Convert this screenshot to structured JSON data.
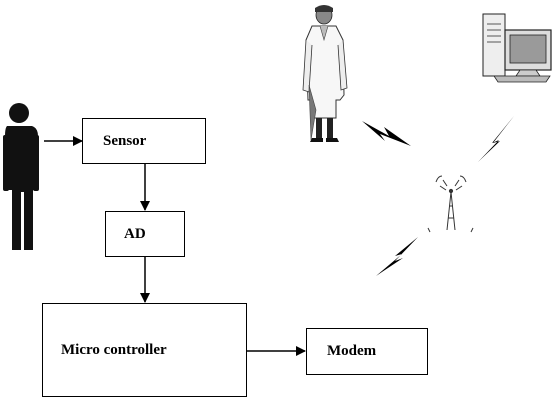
{
  "diagram": {
    "blocks": {
      "sensor": "Sensor",
      "ad": "AD",
      "micro_controller": "Micro controller",
      "modem": "Modem"
    },
    "flow": [
      "patient",
      "sensor",
      "ad",
      "micro_controller",
      "modem",
      "antenna",
      "doctor",
      "computer"
    ],
    "icons": {
      "patient": "person-silhouette-icon",
      "doctor": "doctor-icon",
      "computer": "desktop-computer-icon",
      "antenna": "antenna-tower-icon",
      "wireless": "lightning-bolt-icon"
    }
  }
}
